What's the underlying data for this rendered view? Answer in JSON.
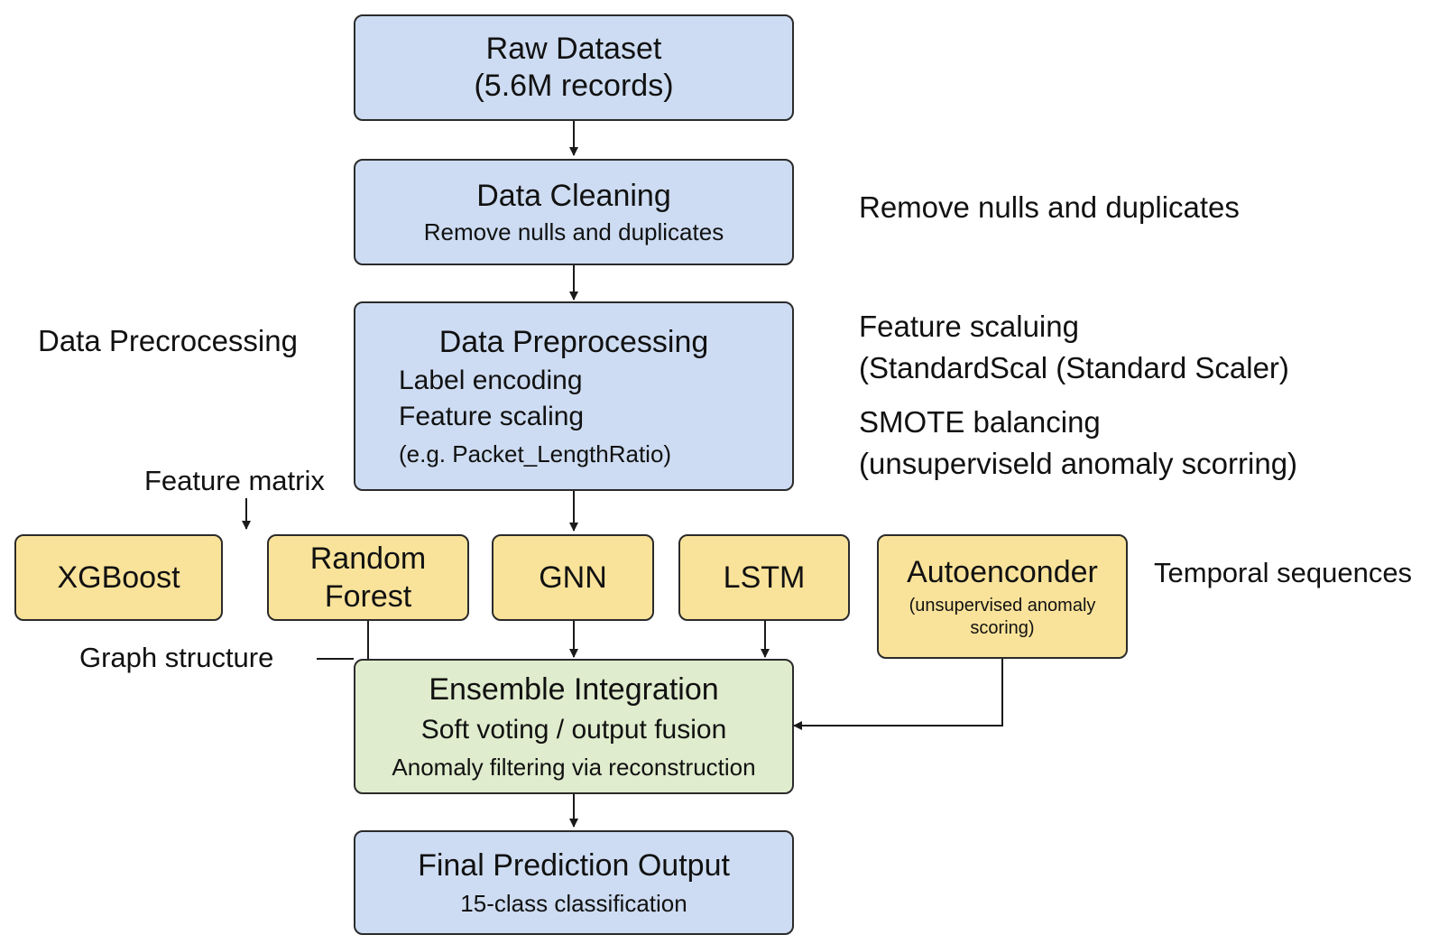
{
  "raw_dataset": {
    "title": "Raw Dataset",
    "subtitle": "(5.6M records)"
  },
  "data_cleaning": {
    "title": "Data Cleaning",
    "subtitle": "Remove nulls and duplicates"
  },
  "data_preprocessing": {
    "title": "Data Preprocessing",
    "lines": [
      "Label encoding",
      "Feature scaling",
      "(e.g. Packet_LengthRatio)"
    ]
  },
  "models": {
    "xgboost": "XGBoost",
    "random_forest": [
      "Random",
      "Forest"
    ],
    "gnn": "GNN",
    "lstm": "LSTM",
    "autoencoder": {
      "title": "Autoenconder",
      "subtitle": [
        "(unsupervised anomaly",
        "scoring)"
      ]
    }
  },
  "ensemble": {
    "title": "Ensemble Integration",
    "line1": "Soft voting / output fusion",
    "line2": "Anomaly filtering via reconstruction"
  },
  "final_output": {
    "title": "Final Prediction Output",
    "subtitle": "15-class classification"
  },
  "annotations": {
    "remove_nulls": "Remove nulls and duplicates",
    "data_precrocessing": "Data Precrocessing",
    "feature_scaluing": "Feature scaluing",
    "standard_scal": "(StandardScal (Standard Scaler)",
    "smote": "SMOTE balancing",
    "unsupervised": "(unsuperviseld anomaly scorring)",
    "feature_matrix": "Feature matrix",
    "temporal": "Temporal sequences",
    "graph_structure": "Graph structure"
  },
  "colors": {
    "blue": "#cddcf2",
    "yellow": "#f9e39a",
    "green": "#dfeccd",
    "border": "#2b2b2b"
  }
}
